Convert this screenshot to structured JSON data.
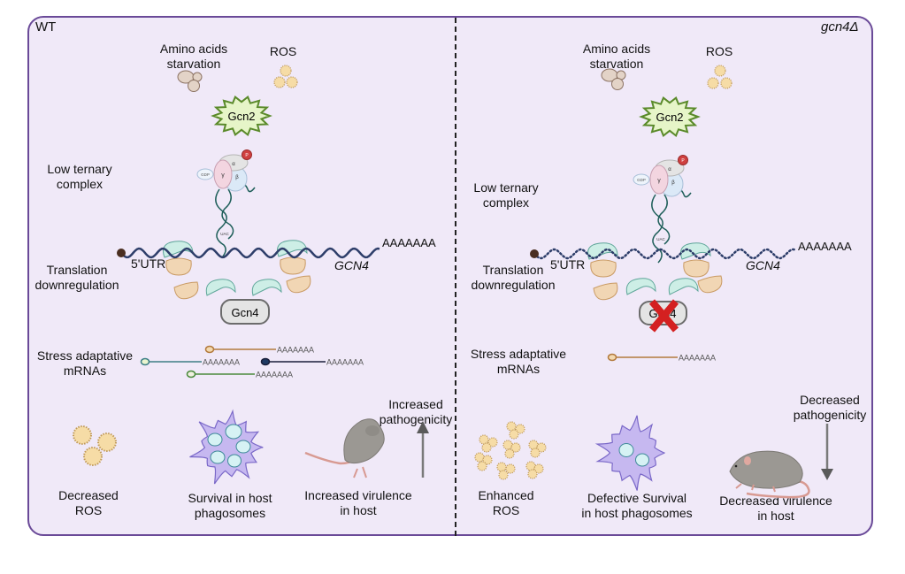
{
  "panels": [
    {
      "id": "wt",
      "corner_label": "WT",
      "stimuli": {
        "amino": "Amino acids\nstarvation",
        "ros": "ROS"
      },
      "kinase": "Gcn2",
      "ternary_label": "Low ternary\ncomplex",
      "eif2": {
        "alpha": "α",
        "beta": "β",
        "gamma": "γ",
        "gdp": "GDP",
        "phospho": "P",
        "anticodon": "UAC"
      },
      "mrna": {
        "utr": "5'UTR",
        "gene": "GCN4",
        "polyA": "AAAAAAA",
        "style": "solid"
      },
      "translation_label": "Translation\ndownregulation",
      "protein": "Gcn4",
      "protein_deleted": false,
      "stress_label": "Stress adaptative\nmRNAs",
      "stress_mrnas": [
        {
          "cap_color": "#f3d9b0",
          "line_color": "#b37a3d",
          "polyA": "AAAAAAA"
        },
        {
          "cap_color": "#eaf5cf",
          "line_color": "#3d7f86",
          "polyA": "AAAAAAA"
        },
        {
          "cap_color": "#1f3a63",
          "line_color": "#1a1f3a",
          "polyA": "AAAAAAA"
        },
        {
          "cap_color": "#f0f0e0",
          "line_color": "#4a8a3c",
          "polyA": "AAAAAAA"
        }
      ],
      "outcomes": {
        "ros": "Decreased\nROS",
        "phagosome": "Survival in host\nphagosomes",
        "virulence": "Increased virulence\nin host",
        "pathogenicity": "Increased\npathogenicity",
        "pathogenicity_direction": "up"
      }
    },
    {
      "id": "gcn4-delta",
      "corner_label": "gcn4Δ",
      "stimuli": {
        "amino": "Amino acids\nstarvation",
        "ros": "ROS"
      },
      "kinase": "Gcn2",
      "ternary_label": "Low ternary\ncomplex",
      "eif2": {
        "alpha": "α",
        "beta": "β",
        "gamma": "γ",
        "gdp": "GDP",
        "phospho": "P",
        "anticodon": "UAC"
      },
      "mrna": {
        "utr": "5'UTR",
        "gene": "GCN4",
        "polyA": "AAAAAAA",
        "style": "dotted"
      },
      "translation_label": "Translation\ndownregulation",
      "protein": "Gcn4",
      "protein_deleted": true,
      "stress_label": "Stress adaptative\nmRNAs",
      "stress_mrnas": [
        {
          "cap_color": "#f3d9b0",
          "line_color": "#b37a3d",
          "polyA": "AAAAAAA"
        }
      ],
      "outcomes": {
        "ros": "Enhanced\nROS",
        "phagosome": "Defective Survival\nin host phagosomes",
        "virulence": "Decreased virulence\nin host",
        "pathogenicity": "Decreased\npathogenicity",
        "pathogenicity_direction": "down"
      }
    }
  ],
  "colors": {
    "frame": "#6a4a98",
    "background": "#f0e9f8",
    "gcn2_fill": "#e6f5c8",
    "gcn2_stroke": "#5a8a2a",
    "ribosome_small": "#cdeee6",
    "ribosome_large": "#f1d6b4",
    "mrna": "#2e3e6a",
    "ros_fill": "#f6dca6",
    "amino_fill": "#e3d3c7",
    "cell_fill": "#c6b8f0",
    "cross": "#d42020"
  }
}
